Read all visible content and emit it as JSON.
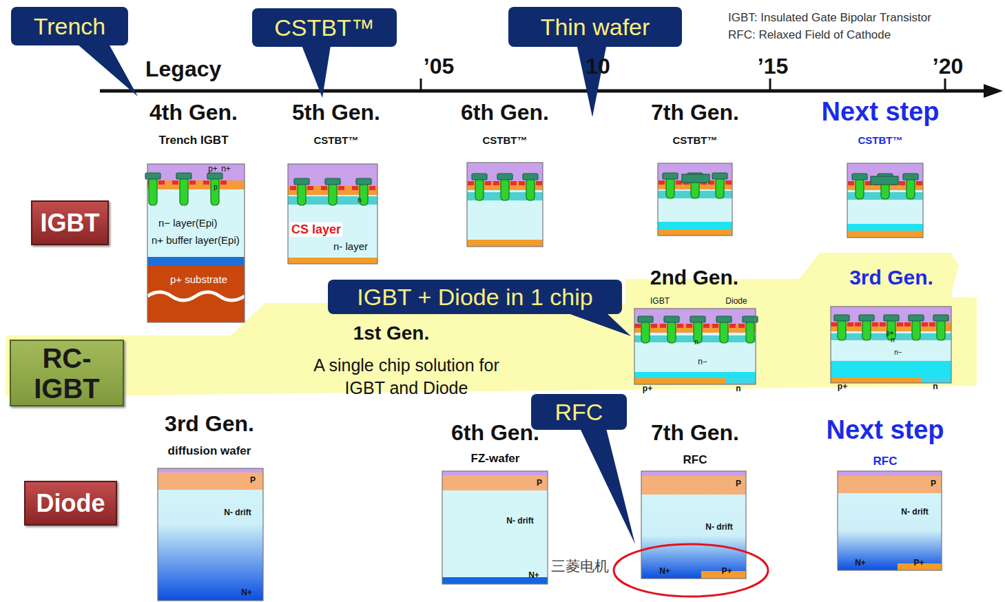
{
  "diagram": {
    "nodes": [
      {
        "text": [
          "Trench"
        ]
      },
      {
        "text": [
          "CSTBT™"
        ]
      },
      {
        "text": [
          "Thin wafer"
        ]
      },
      {
        "text": [
          "IGBT"
        ]
      },
      {
        "text": [
          "IGBT + Diode in 1 chip"
        ]
      },
      {
        "text": [
          "RC- IGBT"
        ]
      },
      {
        "text": [
          "RFC"
        ]
      },
      {
        "text": [
          "Diode"
        ]
      }
    ],
    "labels": [
      "Legacy",
      "’05",
      "10",
      "’15",
      "’20",
      "IGBT: Insulated Gate Bipolar Transistor",
      "RFC: Relaxed Field of Cathode",
      "4th Gen.",
      "Trench IGBT",
      "5th Gen.",
      "CSTBT™",
      "6th Gen.",
      "CSTBT™",
      "7th Gen.",
      "CSTBT™",
      "Next step",
      "CSTBT™",
      "p+",
      "n+",
      "p",
      "n− layer(Epi)",
      "n+ buffer layer(Epi)",
      "p+ substrate",
      "CS layer",
      "n",
      "n- layer",
      "2nd Gen.",
      "IGBT",
      "Diode",
      "n",
      "n−",
      "p+",
      "n",
      "3rd Gen.",
      "p+",
      "n",
      "n−",
      "p+",
      "n",
      "1st Gen.",
      "A single chip solution for IGBT and Diode",
      "3rd Gen.",
      "diffusion wafer",
      "P",
      "N- drift",
      "N+",
      "6th Gen.",
      "FZ-wafer",
      "P",
      "N- drift",
      "N+",
      "三菱电机",
      "7th Gen.",
      "RFC",
      "P",
      "N- drift",
      "N+",
      "P+",
      "Next step",
      "RFC",
      "P",
      "N- drift",
      "N+",
      "P+"
    ]
  }
}
